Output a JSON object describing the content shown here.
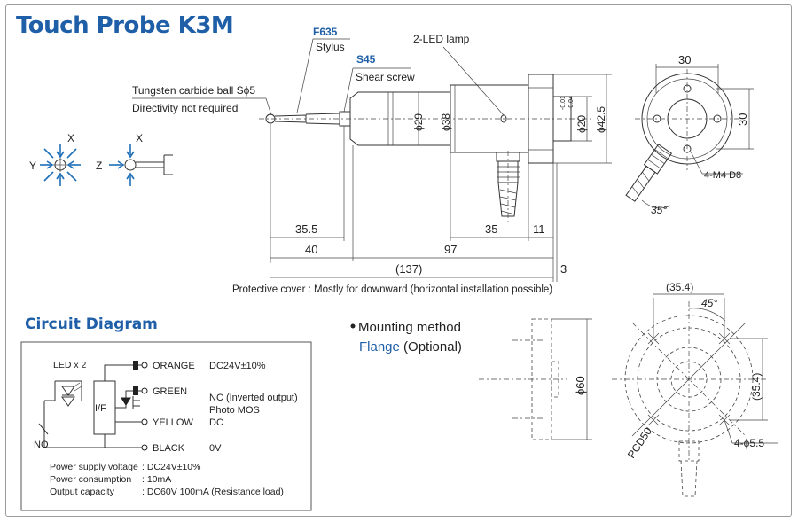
{
  "title": "Touch Probe K3M",
  "circuit_title": "Circuit Diagram",
  "accent_color": "#1f5fa8",
  "stylus": {
    "code": "F635",
    "name": "Stylus"
  },
  "shear_screw": {
    "code": "S45",
    "name": "Shear screw"
  },
  "ball": {
    "line1": "Tungsten carbide ball Sϕ5",
    "line2": "Directivity not required"
  },
  "lamp": "2-LED lamp",
  "axes": {
    "x": "X",
    "y": "Y",
    "z": "Z"
  },
  "dims": {
    "d29": "ϕ29",
    "d38": "ϕ38",
    "d20": "ϕ20",
    "tol_top": "-0.01",
    "tol_bot": "-0.04",
    "d42": "ϕ42.5",
    "w30_top": "30",
    "w30_side": "30",
    "m4": "4-M4 D8",
    "a35": "35°",
    "l35_5": "35.5",
    "l40": "40",
    "l35": "35",
    "l11": "11",
    "l97": "97",
    "l137": "(137)",
    "l3": "3"
  },
  "note": "Protective cover : Mostly for downward (horizontal installation possible)",
  "mounting": {
    "title": "Mounting method",
    "flange": "Flange",
    "optional": " (Optional)"
  },
  "flange_dims": {
    "d60": "ϕ60",
    "p35_4_top": "(35.4)",
    "a45": "45°",
    "p35_4_side": "(35.4)",
    "pcd": "PCD50",
    "holes": "4-ϕ5.5"
  },
  "circuit": {
    "led": "LED x 2",
    "if": "I/F",
    "orange": "ORANGE",
    "green": "GREEN",
    "yellow": "YELLOW",
    "black": "BLACK",
    "no": "NO",
    "v1": "DC24V±10%",
    "nc": "NC (Inverted output)",
    "photo": "Photo MOS",
    "dc": "DC",
    "zero": "0V",
    "spec": [
      {
        "label": "Power supply voltage",
        "value": "DC24V±10%"
      },
      {
        "label": "Power consumption",
        "value": "10mA"
      },
      {
        "label": "Output capacity",
        "value": "DC60V 100mA (Resistance load)"
      }
    ]
  }
}
